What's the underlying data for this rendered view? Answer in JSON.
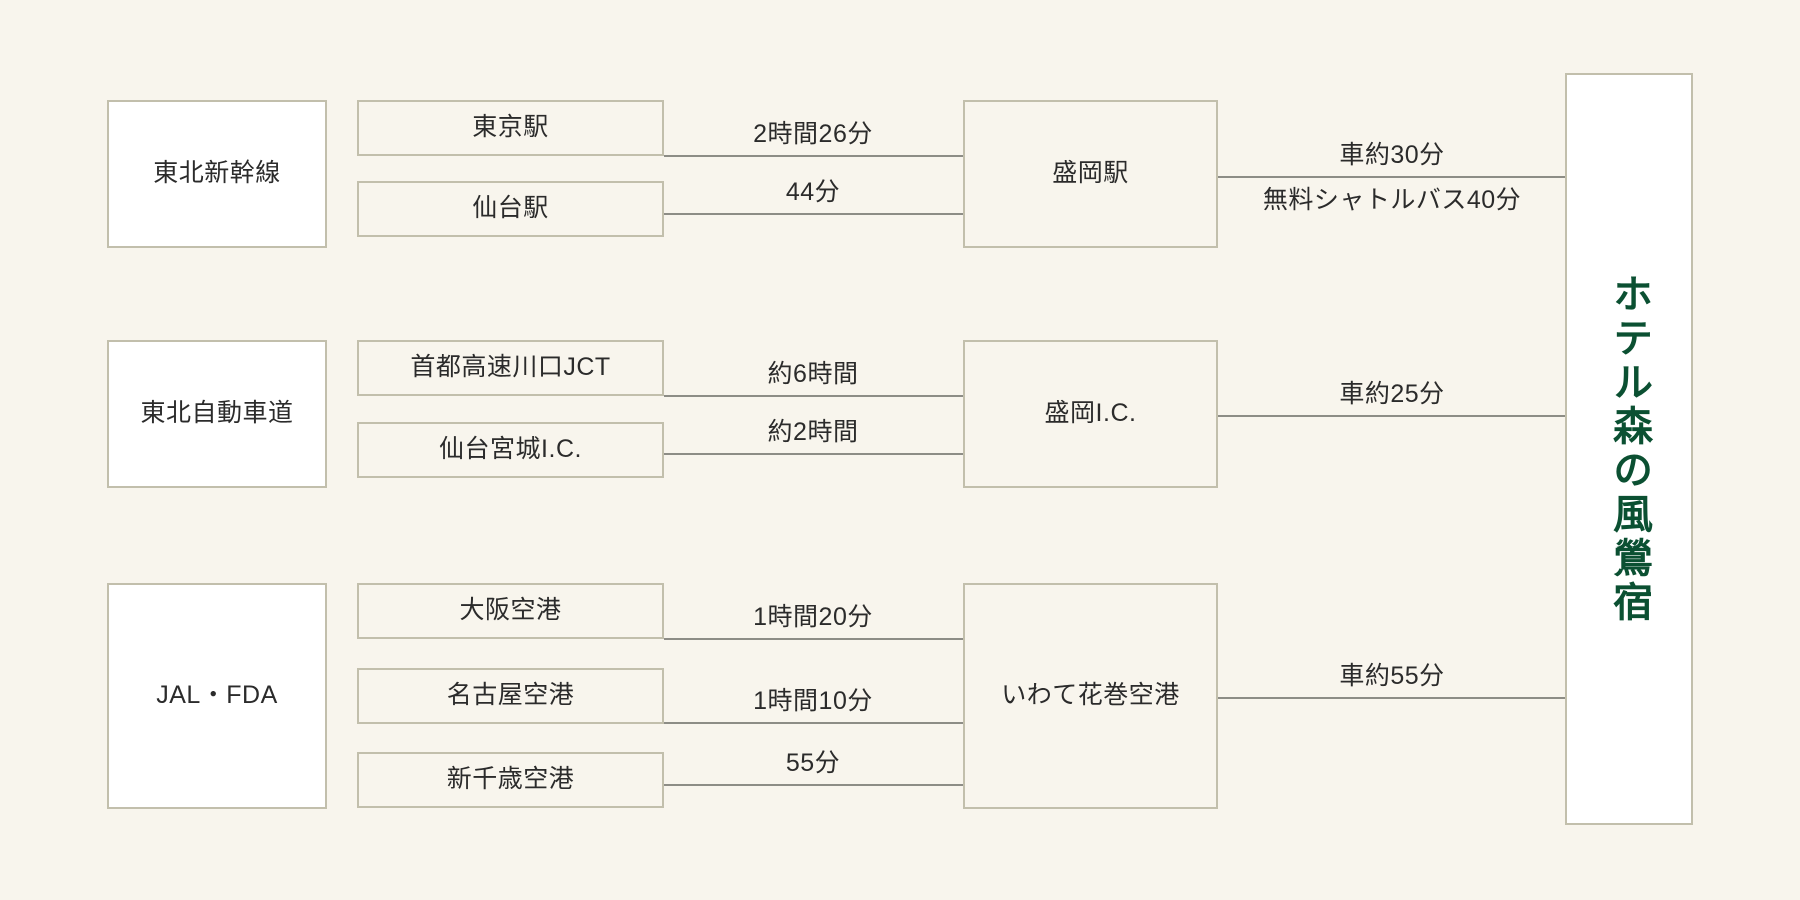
{
  "palette": {
    "background": "#f8f5ed",
    "box_border": "#c2bfac",
    "box_fill_white": "#ffffff",
    "box_fill_cream": "#f8f5ed",
    "connector_line": "#8d8d86",
    "text": "#2b2b2b",
    "hotel_text": "#0b5032"
  },
  "destination": {
    "name": "ホテル森の風鶯宿"
  },
  "sections": [
    {
      "id": "shinkansen",
      "mode": "東北新幹線",
      "origins": [
        {
          "name": "東京駅",
          "duration": "2時間26分"
        },
        {
          "name": "仙台駅",
          "duration": "44分"
        }
      ],
      "hub": "盛岡駅",
      "final_legs": [
        {
          "label": "車約30分",
          "position": "above"
        },
        {
          "label": "無料シャトルバス40分",
          "position": "below"
        }
      ]
    },
    {
      "id": "expressway",
      "mode": "東北自動車道",
      "origins": [
        {
          "name": "首都高速川口JCT",
          "duration": "約6時間"
        },
        {
          "name": "仙台宮城I.C.",
          "duration": "約2時間"
        }
      ],
      "hub": "盛岡I.C.",
      "final_legs": [
        {
          "label": "車約25分",
          "position": "above"
        }
      ]
    },
    {
      "id": "air",
      "mode": "JAL・FDA",
      "origins": [
        {
          "name": "大阪空港",
          "duration": "1時間20分"
        },
        {
          "name": "名古屋空港",
          "duration": "1時間10分"
        },
        {
          "name": "新千歳空港",
          "duration": "55分"
        }
      ],
      "hub": "いわて花巻空港",
      "final_legs": [
        {
          "label": "車約55分",
          "position": "above"
        }
      ]
    }
  ]
}
